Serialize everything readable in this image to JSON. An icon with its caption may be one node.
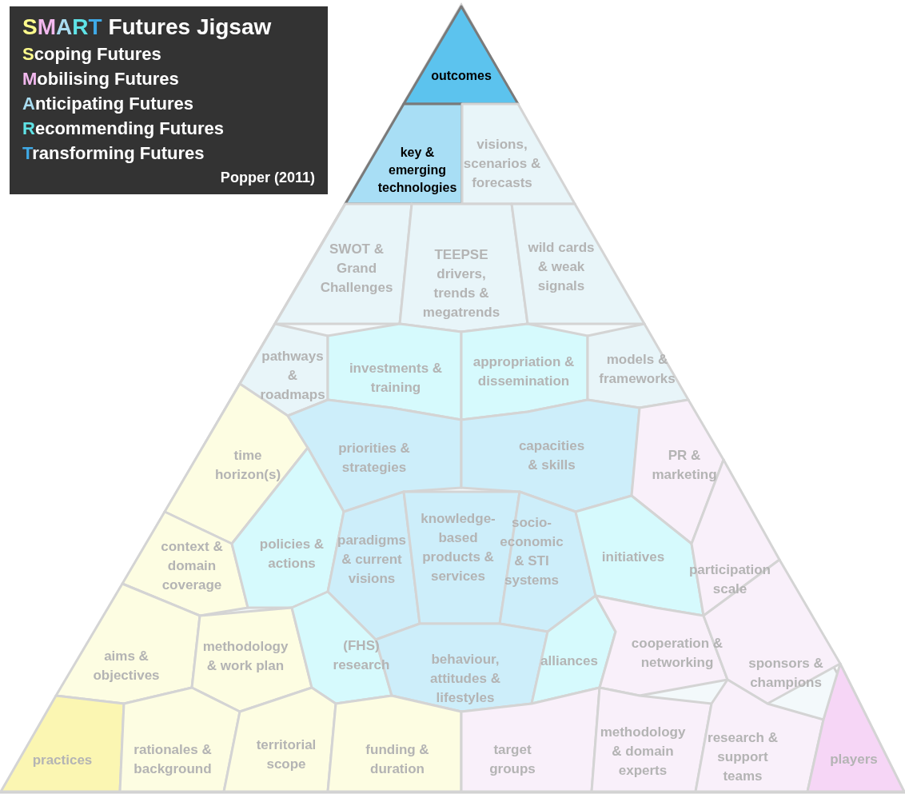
{
  "diagram": {
    "nodes": [
      {
        "text": [
          "SMART Futures Jigsaw",
          "Scoping Futures",
          "Mobilising Futures",
          "Anticipating Futures",
          "Recommending Futures",
          "Transforming Futures",
          "Popper (2011)"
        ]
      },
      {
        "text": [
          "outcomes"
        ]
      },
      {
        "text": [
          "key & emerging technologies"
        ]
      },
      {
        "text": [
          "visions, scenarios & forecasts"
        ]
      },
      {
        "text": [
          "SWOT & Grand Challenges"
        ]
      },
      {
        "text": [
          "TEEPSE drivers, trends & megatrends"
        ]
      },
      {
        "text": [
          "wild cards & weak signals"
        ]
      },
      {
        "text": [
          "pathways & roadmaps"
        ]
      },
      {
        "text": [
          "investments & training"
        ]
      },
      {
        "text": [
          "appropriation & dissemination"
        ]
      },
      {
        "text": [
          "models & frameworks"
        ]
      },
      {
        "text": [
          "time horizon(s)"
        ]
      },
      {
        "text": [
          "priorities & strategies"
        ]
      },
      {
        "text": [
          "capacities & skills"
        ]
      },
      {
        "text": [
          "PR & marketing"
        ]
      },
      {
        "text": [
          "context & domain coverage"
        ]
      },
      {
        "text": [
          "policies & actions"
        ]
      },
      {
        "text": [
          "paradigms & current visions"
        ]
      },
      {
        "text": [
          "knowledge-based products & services"
        ]
      },
      {
        "text": [
          "socio-economic & STI systems"
        ]
      },
      {
        "text": [
          "initiatives"
        ]
      },
      {
        "text": [
          "participation scale"
        ]
      },
      {
        "text": [
          "aims & objectives"
        ]
      },
      {
        "text": [
          "methodology & work plan"
        ]
      },
      {
        "text": [
          "(FHS) research"
        ]
      },
      {
        "text": [
          "behaviour, attitudes & lifestyles"
        ]
      },
      {
        "text": [
          "alliances"
        ]
      },
      {
        "text": [
          "cooperation & networking"
        ]
      },
      {
        "text": [
          "sponsors & champions"
        ]
      },
      {
        "text": [
          "practices"
        ]
      },
      {
        "text": [
          "rationales & background"
        ]
      },
      {
        "text": [
          "territorial scope"
        ]
      },
      {
        "text": [
          "funding & duration"
        ]
      },
      {
        "text": [
          "target groups"
        ]
      },
      {
        "text": [
          "methodology & domain experts"
        ]
      },
      {
        "text": [
          "research & support teams"
        ]
      },
      {
        "text": [
          "players"
        ]
      }
    ]
  }
}
